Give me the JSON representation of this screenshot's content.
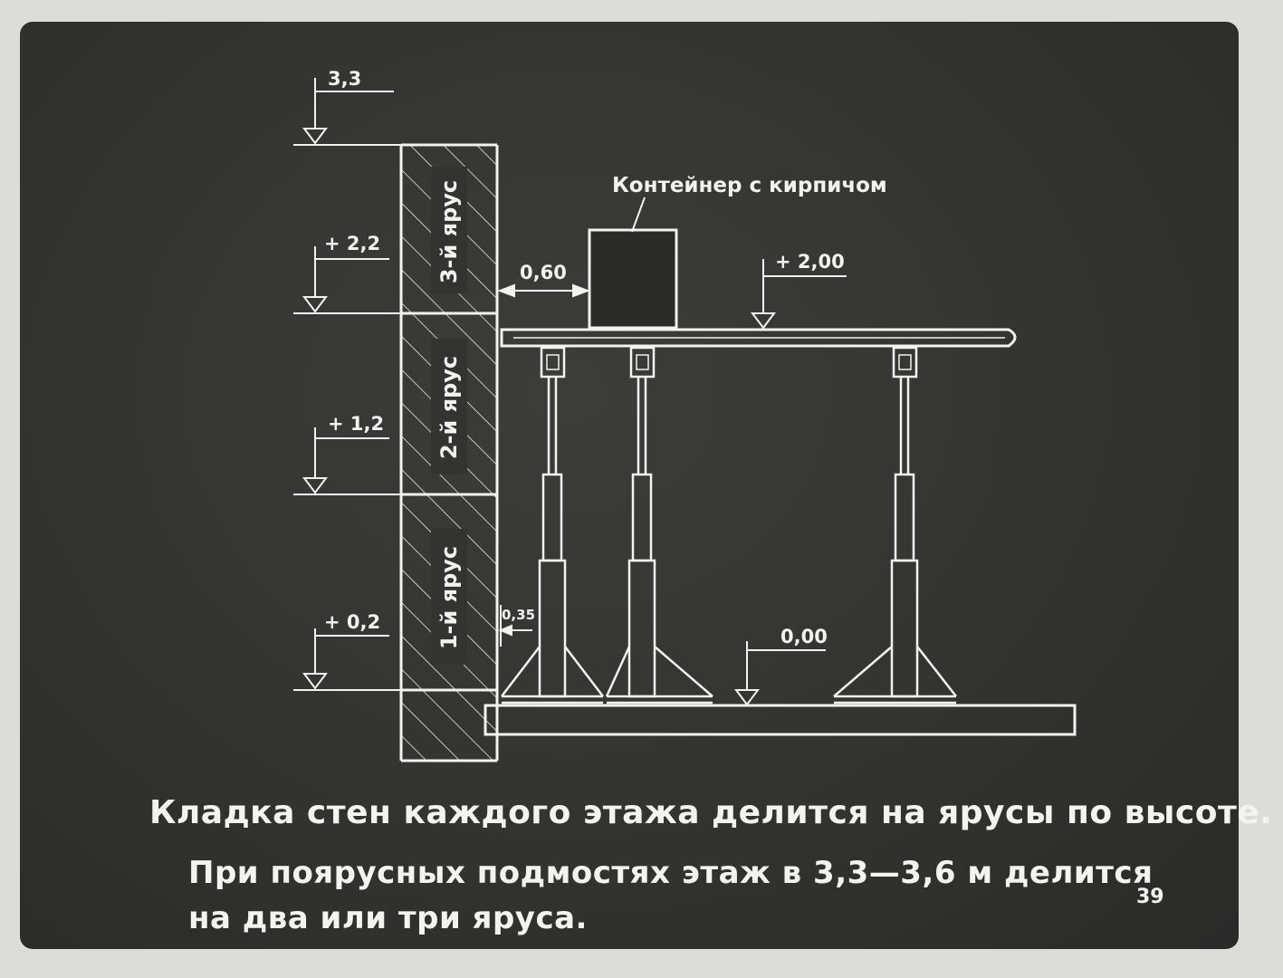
{
  "diagram": {
    "wall_tiers": [
      "1-й ярус",
      "2-й ярус",
      "3-й ярус"
    ],
    "level_marks": {
      "floor_height": "3,3",
      "tier3": "+ 2,2",
      "tier2": "+ 1,2",
      "tier1": "+ 0,2"
    },
    "container_label": "Контейнер с кирпичом",
    "dim_container_gap": "0,60",
    "dim_leg_gap": "0,35",
    "platform_level": "+ 2,00",
    "ground_level": "0,00"
  },
  "caption": {
    "main": "Кладка стен каждого этажа делится на ярусы по высоте.",
    "sub_line1": "При поярусных подмостях этаж в 3,3—3,6 м делится",
    "sub_line2": "на два или три яруса."
  },
  "page_number": "39",
  "colors": {
    "background": "#333331",
    "line": "#f2f2ee"
  }
}
